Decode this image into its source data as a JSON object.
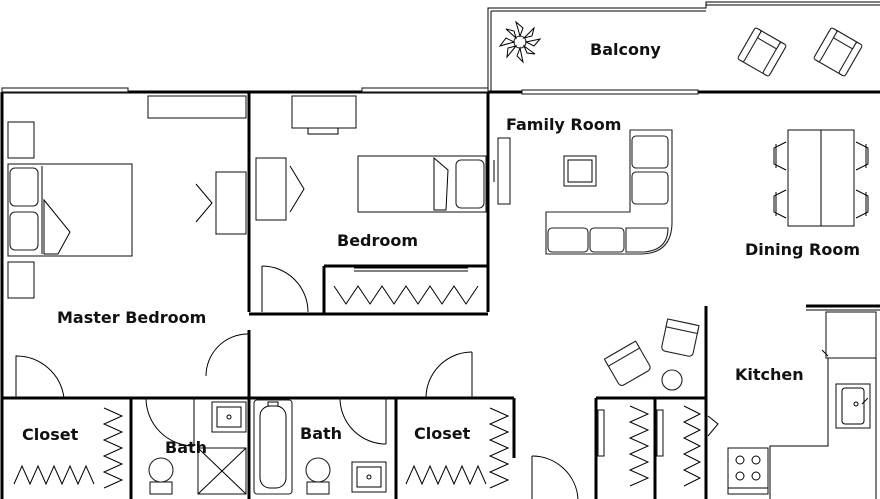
{
  "rooms": {
    "balcony": "Balcony",
    "family_room": "Family Room",
    "dining_room": "Dining Room",
    "bedroom": "Bedroom",
    "master_bedroom": "Master Bedroom",
    "kitchen": "Kitchen",
    "closet_left": "Closet",
    "bath_left": "Bath",
    "bath_right": "Bath",
    "closet_right": "Closet"
  }
}
